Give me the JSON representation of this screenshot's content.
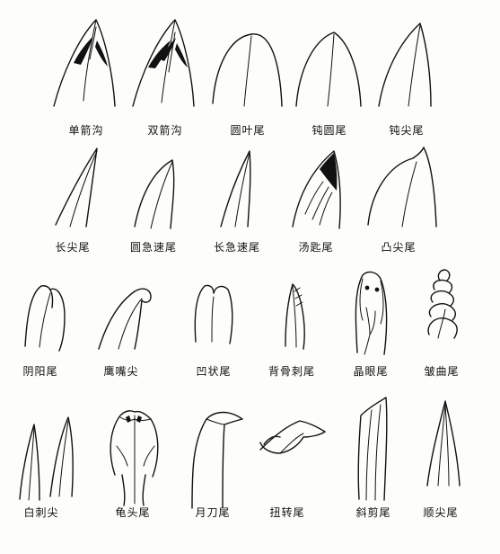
{
  "figure": {
    "rows": [
      {
        "items": [
          {
            "id": "dan-jian-gou",
            "label": "单箭沟"
          },
          {
            "id": "shuang-jian-gou",
            "label": "双箭沟"
          },
          {
            "id": "yuan-ye-wei",
            "label": "圆叶尾"
          },
          {
            "id": "dun-yuan-wei",
            "label": "钝圆尾"
          },
          {
            "id": "dun-jian-wei",
            "label": "钝尖尾"
          }
        ]
      },
      {
        "items": [
          {
            "id": "chang-jian-wei",
            "label": "长尖尾"
          },
          {
            "id": "yuan-ji-su-wei",
            "label": "圆急速尾"
          },
          {
            "id": "chang-ji-su-wei",
            "label": "长急速尾"
          },
          {
            "id": "tang-chi-wei",
            "label": "汤匙尾"
          },
          {
            "id": "tu-jian-wei",
            "label": "凸尖尾"
          }
        ]
      },
      {
        "items": [
          {
            "id": "yin-yang-wei",
            "label": "阴阳尾"
          },
          {
            "id": "ying-zui-jian",
            "label": "鹰嘴尖"
          },
          {
            "id": "ao-zhuang-wei",
            "label": "凹状尾"
          },
          {
            "id": "bei-gu-ci-wei",
            "label": "背骨刺尾"
          },
          {
            "id": "jing-yan-wei",
            "label": "晶眼尾"
          },
          {
            "id": "zhou-qu-wei",
            "label": "皱曲尾"
          }
        ]
      },
      {
        "items": [
          {
            "id": "bai-ci-jian",
            "label": "白刺尖"
          },
          {
            "id": "gui-tou-wei",
            "label": "龟头尾"
          },
          {
            "id": "yue-dao-wei",
            "label": "月刀尾"
          },
          {
            "id": "niu-zhuan-wei",
            "label": "扭转尾"
          },
          {
            "id": "xie-jian-wei",
            "label": "斜剪尾"
          },
          {
            "id": "shun-jian-wei",
            "label": "顺尖尾"
          }
        ]
      }
    ]
  }
}
